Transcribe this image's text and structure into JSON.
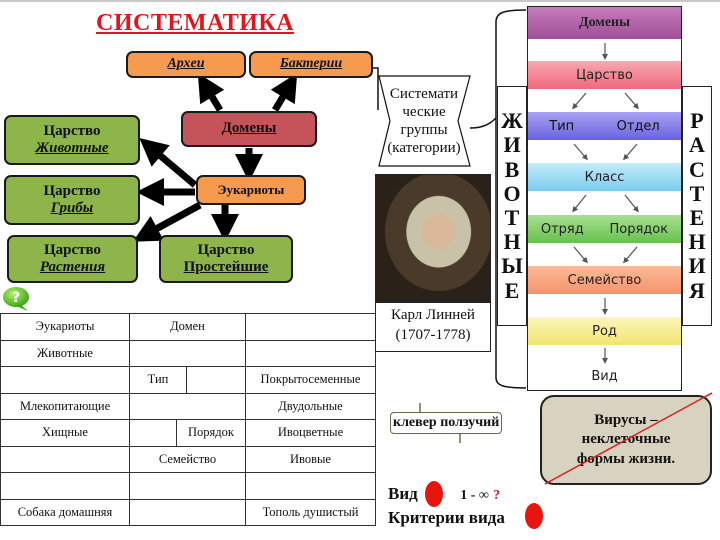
{
  "title": "СИСТЕМАТИКА",
  "tree": {
    "domains": "Домены",
    "archaea": "Археи",
    "bacteria": "Бактерии",
    "eukaryotes": "Эукариоты",
    "kingdoms": [
      {
        "line1": "Царство",
        "line2": "Животные"
      },
      {
        "line1": "Царство",
        "line2": "Грибы"
      },
      {
        "line1": "Царство",
        "line2": "Растения"
      },
      {
        "line1": "Царство",
        "line2": "Простейшие"
      }
    ]
  },
  "help_icon": "question-bubble-icon",
  "table": {
    "rows": [
      [
        "Эукариоты",
        "Домен",
        ""
      ],
      [
        "Животные",
        "",
        ""
      ],
      [
        "",
        "Тип",
        "",
        "Покрытосеменные"
      ],
      [
        "Млекопитающие",
        "",
        "Двудольные"
      ],
      [
        "Хищные",
        "",
        "Порядок",
        "Ивоцветные"
      ],
      [
        "",
        "Семейство",
        "Ивовые"
      ],
      [
        "",
        "",
        ""
      ],
      [
        "Собака домашняя",
        "",
        "Тополь душистый"
      ]
    ]
  },
  "systematic_groups": {
    "line1": "Системати",
    "line2": "ческие",
    "line3": "группы",
    "line4": "(категории)"
  },
  "portrait": {
    "name": "Карл Линней",
    "years": "(1707-1778)"
  },
  "animals_label": [
    "Ж",
    "И",
    "В",
    "О",
    "Т",
    "Н",
    "Ы",
    "Е"
  ],
  "plants_label": [
    "Р",
    "А",
    "С",
    "Т",
    "Е",
    "Н",
    "И",
    "Я"
  ],
  "ladder": {
    "domains": "Домены",
    "kingdom": "Царство",
    "phylum": "Тип",
    "division": "Отдел",
    "class": "Класс",
    "order_animal": "Отряд",
    "order_plant": "Порядок",
    "family": "Семейство",
    "genus": "Род",
    "species": "Вид",
    "colors": {
      "domains": "#b060a8",
      "kingdom": "#f3808e",
      "phylum": "#7b74e6",
      "class": "#8cd4f2",
      "order": "#7cc868",
      "family": "#f59870",
      "genus": "#f4ea80"
    }
  },
  "binomial": {
    "genus": "клевер",
    "epithet": "ползучий"
  },
  "virus_note": {
    "line1": "Вирусы –",
    "line2": "неклеточные",
    "line3": "формы жизни."
  },
  "species_line": {
    "label": "Вид",
    "range": "1 - ∞",
    "question": "?"
  },
  "criteria_line": {
    "label": "Критерии вида"
  }
}
